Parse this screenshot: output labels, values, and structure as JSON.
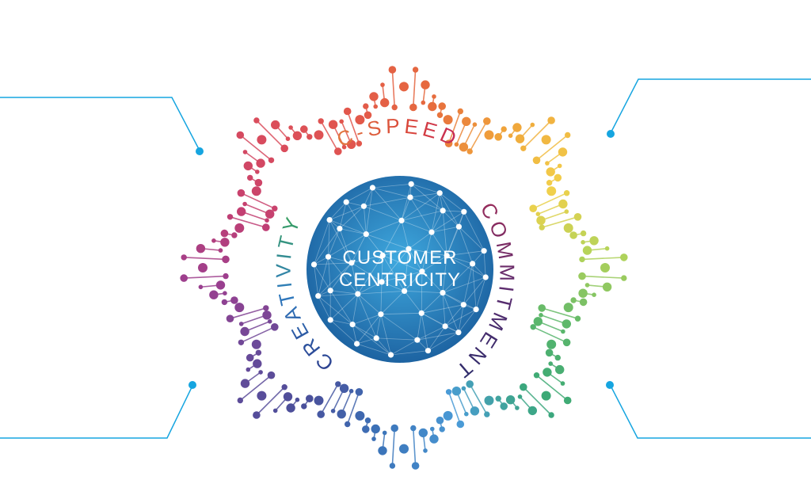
{
  "core": {
    "line1": "CUSTOMER",
    "line2": "CENTRICITY",
    "gradient_inner": "#3fa9df",
    "gradient_outer": "#1a5d9c"
  },
  "values": [
    {
      "id": "cspeed",
      "label": "C-SPEED",
      "colors": [
        "#e27a3f",
        "#d9443a",
        "#c2255c"
      ]
    },
    {
      "id": "commitment",
      "label": "COMMITMENT",
      "colors": [
        "#9a2c5a",
        "#5b2c6f",
        "#2b2d6b"
      ]
    },
    {
      "id": "creativity",
      "label": "CREATIVITY",
      "colors": [
        "#2b3a8a",
        "#2f7bbf",
        "#3aa35a"
      ]
    }
  ],
  "callouts": [
    "upper-left",
    "upper-right",
    "lower-left",
    "lower-right"
  ],
  "dna_palette": [
    "#e2574c",
    "#e66a3e",
    "#f0a43a",
    "#f2d04b",
    "#b5d45a",
    "#5fb86a",
    "#3aa877",
    "#4a9bd6",
    "#3b72b8",
    "#4a4f9a",
    "#6a4a99",
    "#9b3f8f",
    "#c33f72",
    "#d94c5d"
  ],
  "accent_color": "#16a5e0"
}
